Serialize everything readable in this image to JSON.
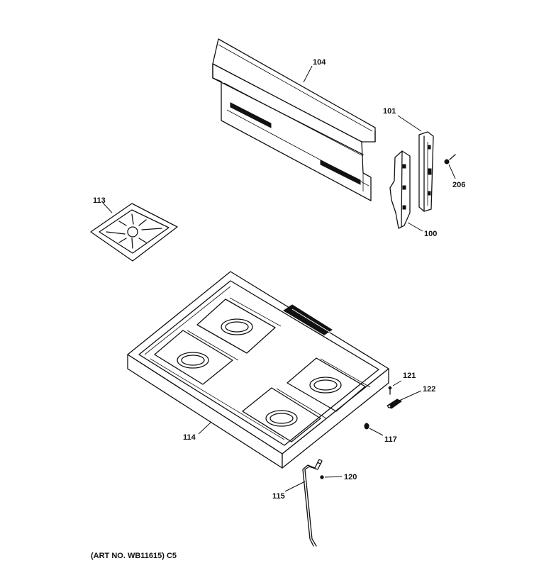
{
  "callouts": {
    "c104": "104",
    "c101": "101",
    "c206": "206",
    "c100": "100",
    "c113": "113",
    "c121": "121",
    "c122": "122",
    "c114": "114",
    "c117": "117",
    "c120": "120",
    "c115": "115"
  },
  "footer": {
    "art_number": "(ART NO. WB11615) C5"
  }
}
